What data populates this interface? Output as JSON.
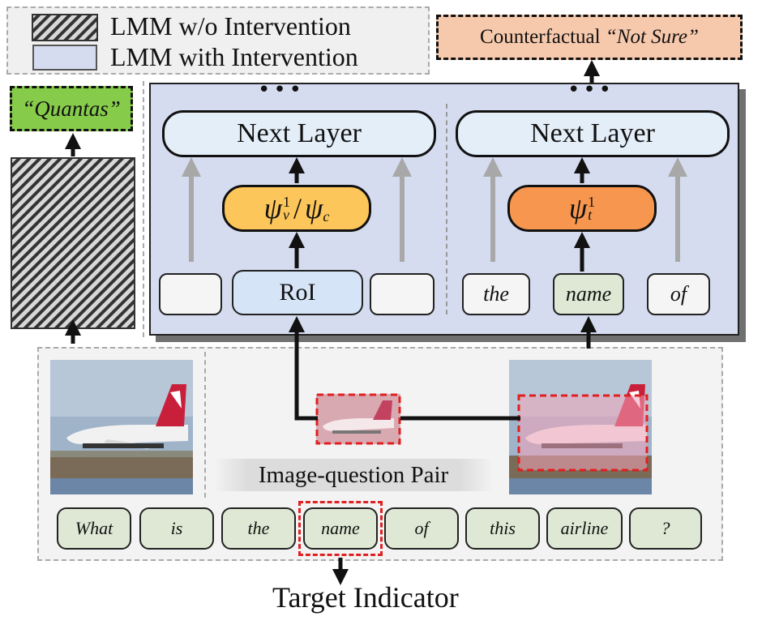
{
  "legend": {
    "without_label": "LMM w/o Intervention",
    "with_label": "LMM with Intervention"
  },
  "counterfactual": {
    "prefix": "Counterfactual",
    "answer": "“Not Sure”"
  },
  "quantas_answer": "“Quantas”",
  "ellipsis": "•••",
  "visual_branch": {
    "next_layer": "Next Layer",
    "module_label": "ψ",
    "module_sup": "1",
    "module_sub_v": "v",
    "module_separator": "/",
    "module_label_c": "ψ",
    "module_sub_c": "c",
    "roi_label": "RoI"
  },
  "text_branch": {
    "next_layer": "Next Layer",
    "module_label": "ψ",
    "module_sup": "1",
    "module_sub": "t",
    "tokens": [
      "the",
      "name",
      "of"
    ]
  },
  "image_question_pair": "Image-question Pair",
  "question_tokens": [
    "What",
    "is",
    "the",
    "name",
    "of",
    "this",
    "airline",
    "?"
  ],
  "target_indicator": "Target Indicator",
  "colors": {
    "intervention_panel": "#d6dcf0",
    "answer_green": "#86cc4a",
    "counterfactual_salmon": "#f6c8ac",
    "psi_vc_yellow": "#fcc65a",
    "psi_t_orange": "#f7974f",
    "roi_blue": "#d5e4f7",
    "token_green": "#dfe8d4",
    "dashed_red": "#e02020"
  }
}
